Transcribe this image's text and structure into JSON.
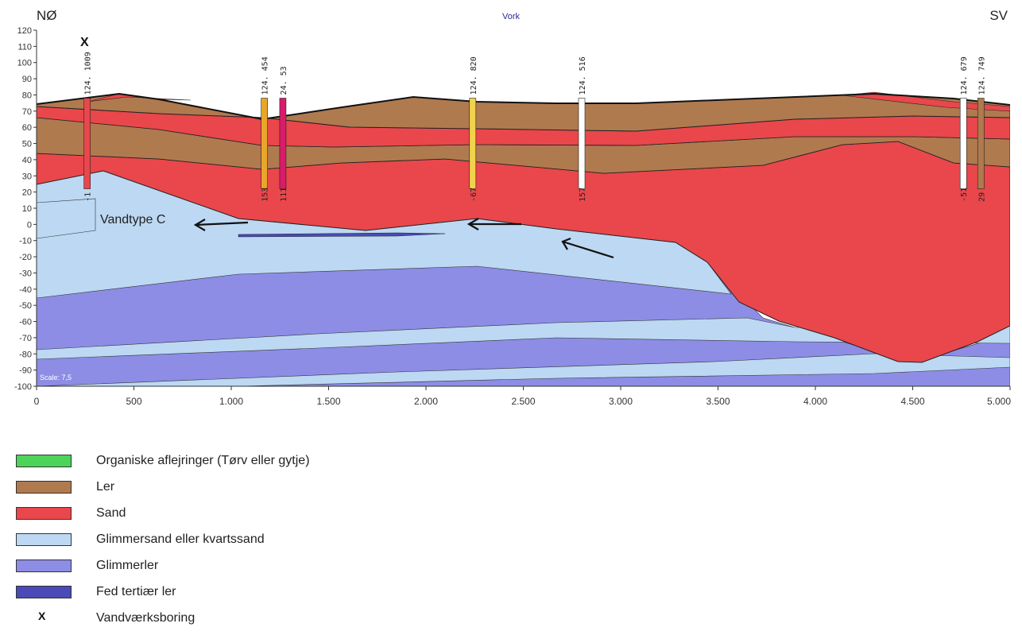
{
  "header": {
    "left": "NØ",
    "right": "SV",
    "title": "Vork"
  },
  "chart_data": {
    "type": "cross-section",
    "x_ticks": [
      {
        "v": 0,
        "t": "0"
      },
      {
        "v": 500,
        "t": "500"
      },
      {
        "v": 1000,
        "t": "1.000"
      },
      {
        "v": 1500,
        "t": "1.500"
      },
      {
        "v": 2000,
        "t": "2.000"
      },
      {
        "v": 2500,
        "t": "2.500"
      },
      {
        "v": 3000,
        "t": "3.000"
      },
      {
        "v": 3500,
        "t": "3.500"
      },
      {
        "v": 4000,
        "t": "4.000"
      },
      {
        "v": 4500,
        "t": "4.500"
      },
      {
        "v": 5000,
        "t": "5.000"
      }
    ],
    "y_ticks": [
      120,
      110,
      100,
      90,
      80,
      70,
      60,
      50,
      40,
      30,
      20,
      10,
      0,
      -10,
      -20,
      -30,
      -40,
      -50,
      -60,
      -70,
      -80,
      -90,
      -100
    ],
    "xlim": [
      0,
      5000
    ],
    "ylim": [
      -100,
      120
    ],
    "scale_label": "Scale: 7,5",
    "annotations": {
      "water_type": "Vandtype C",
      "wellfield_marker": "X"
    },
    "wells": [
      {
        "x": 260,
        "top": "124. 1009",
        "bottom": "-1"
      },
      {
        "x": 1170,
        "top": "124. 454",
        "bottom": "153"
      },
      {
        "x": 1265,
        "top": "24. 53",
        "bottom": "111"
      },
      {
        "x": 2240,
        "top": "124. 820",
        "bottom": "-67"
      },
      {
        "x": 2800,
        "top": "124. 516",
        "bottom": "157"
      },
      {
        "x": 4760,
        "top": "124. 679",
        "bottom": "-51"
      },
      {
        "x": 4850,
        "top": "124. 749",
        "bottom": "29"
      }
    ]
  },
  "legend": [
    {
      "label": "Organiske aflejringer (Tørv eller gytje)",
      "color": "#4cd45a"
    },
    {
      "label": "Ler",
      "color": "#b07a4f"
    },
    {
      "label": "Sand",
      "color": "#e9474b"
    },
    {
      "label": "Glimmersand eller kvartssand",
      "color": "#bcd8f3"
    },
    {
      "label": "Glimmerler",
      "color": "#8d8de6"
    },
    {
      "label": "Fed tertiær ler",
      "color": "#4a4ab8"
    },
    {
      "label": "Vandværksboring",
      "symbol": "X"
    }
  ]
}
